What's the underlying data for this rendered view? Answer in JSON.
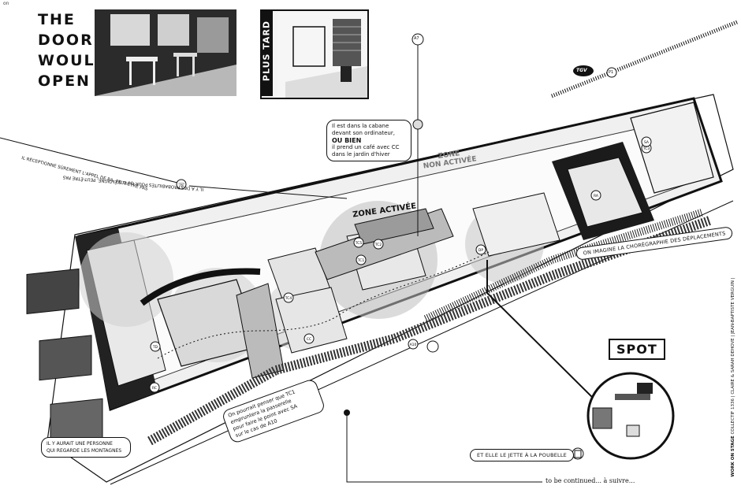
{
  "top_label": "on",
  "title_words": [
    "THE",
    "DOOR",
    "WOULD",
    "OPEN"
  ],
  "later_label": "PLUS TARD",
  "zones": {
    "active": "ZONE ACTIVÉE",
    "inactive_line1": "ZONE",
    "inactive_line2": "NON ACTIVÉE"
  },
  "notes": {
    "cabin": [
      "Il est dans la cabane",
      "devant son ordinateur,",
      "OU BIEN",
      "il prend un café avec CC",
      "dans le jardin d'hiver"
    ],
    "mountains": [
      "IL Y AURAIT UNE PERSONNE",
      "QUI REGARDE LES MONTAGNES"
    ],
    "choreography": "ON IMAGINE LA CHORÉGRAPHIE DES DÉPLACEMENTS",
    "trash": "ET ELLE LE JETTE À LA POUBELLE",
    "bridge": [
      "On pourrait penser que TC1",
      "empruntera la passerelle",
      "pour faire le point avec SA",
      "sur le cas de A10"
    ]
  },
  "diagonal_labels": {
    "phone": "IL RÉCEPTIONNE SÛREMENT L'APPEL DE RA, PEUT-ÊTRE PAS",
    "upside": "IL Y A DES PROBABILITÉS POUR QU'IL S'ÉLOIGNE, PEUT-ÊTRE PAS"
  },
  "spot_label": "SPOT",
  "tgv_label": "TGV",
  "credit": {
    "title": "WORK ON STAGE",
    "rest": "  COLLECTIF 1336  |  CLAIRE & SARAH DEHOVE  |  JEAN-BAPTISTE VERGUIN  |"
  },
  "to_be_continued": "to be continued...  à suivre...",
  "markers": [
    "A7",
    "TC1",
    "TC2",
    "TC3",
    "SA",
    "CC",
    "RA",
    "A10",
    "TD",
    "TC4",
    "TC5",
    "RC",
    "DP",
    "P1"
  ],
  "colors": {
    "ink": "#111111",
    "paper": "#ffffff",
    "shade": "#8a8a8a"
  }
}
